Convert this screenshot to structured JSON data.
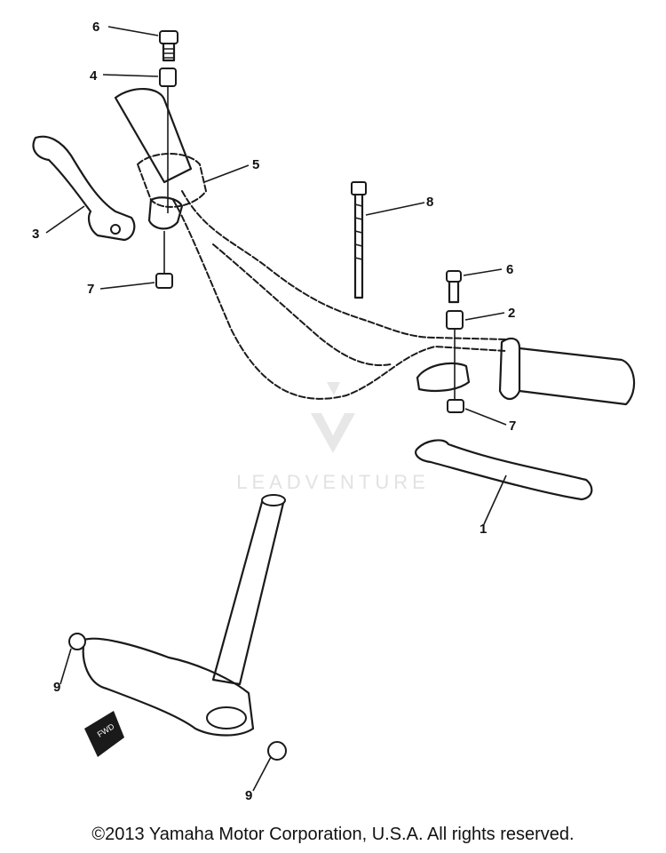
{
  "callouts": {
    "c6a": "6",
    "c4": "4",
    "c5": "5",
    "c8": "8",
    "c3": "3",
    "c7a": "7",
    "c6b": "6",
    "c2": "2",
    "c7b": "7",
    "c1": "1",
    "c9a": "9",
    "c9b": "9"
  },
  "watermark": "LEADVENTURE",
  "copyright": "©2013 Yamaha Motor Corporation, U.S.A. All rights reserved."
}
